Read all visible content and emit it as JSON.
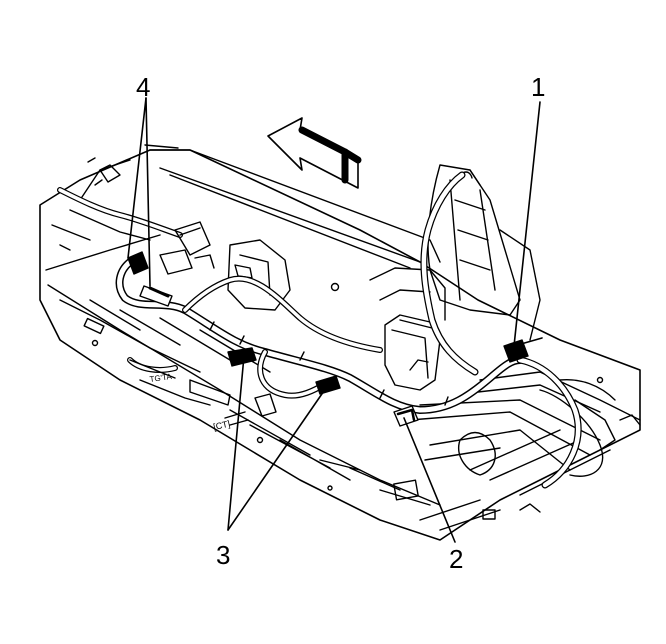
{
  "diagram": {
    "callouts": [
      {
        "id": "c1",
        "label": "1"
      },
      {
        "id": "c2",
        "label": "2"
      },
      {
        "id": "c3",
        "label": "3"
      },
      {
        "id": "c4",
        "label": "4"
      }
    ],
    "floor_stamp_a": "[CT]",
    "floor_stamp_b": "TG'TA"
  },
  "colors": {
    "ink": "#000000",
    "paper": "#ffffff"
  }
}
